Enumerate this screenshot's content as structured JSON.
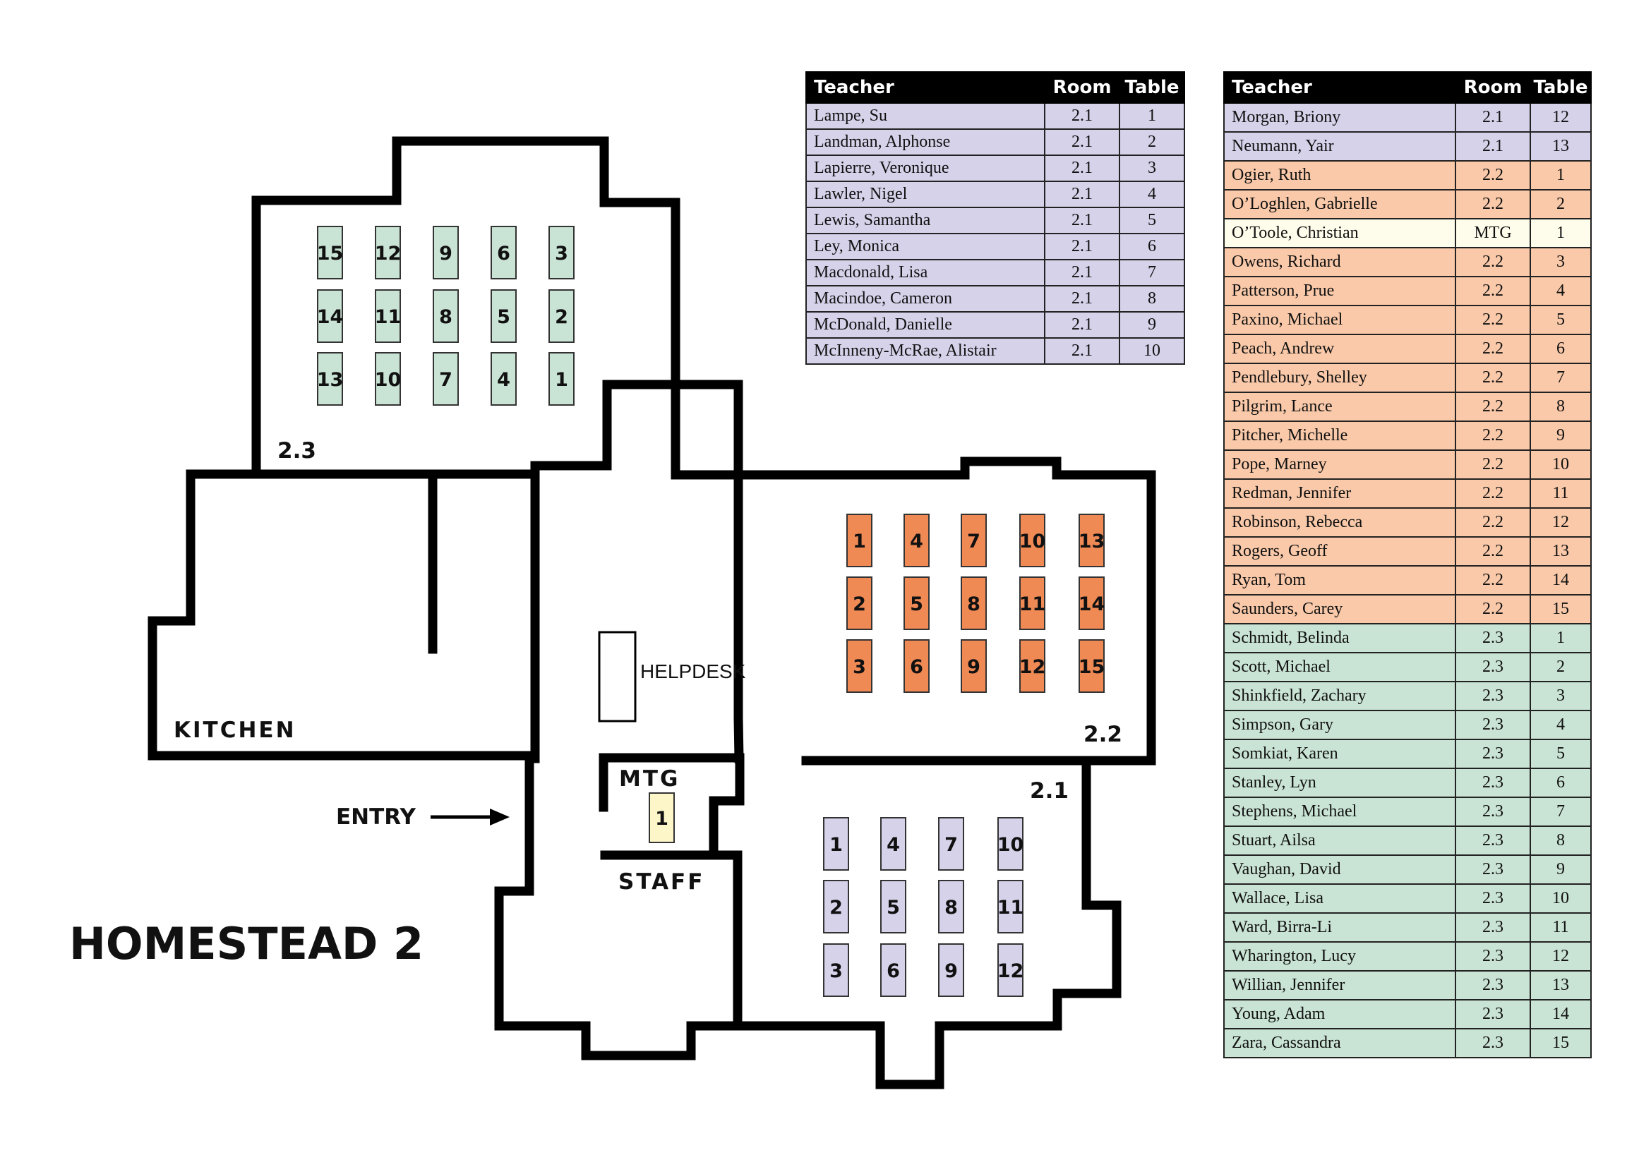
{
  "plan": {
    "title": "HOMESTEAD 2",
    "labels": {
      "room_23": "2.3",
      "room_22": "2.2",
      "room_21": "2.1",
      "kitchen": "KITCHEN",
      "entry": "ENTRY",
      "helpdesk": "HELPDESK",
      "mtg": "MTG",
      "staff": "STAFF"
    },
    "room_23_tables": [
      "15",
      "12",
      "9",
      "6",
      "3",
      "14",
      "11",
      "8",
      "5",
      "2",
      "13",
      "10",
      "7",
      "4",
      "1"
    ],
    "room_22_tables": [
      "1",
      "4",
      "7",
      "10",
      "13",
      "2",
      "5",
      "8",
      "11",
      "14",
      "3",
      "6",
      "9",
      "12",
      "15"
    ],
    "room_21_tables": [
      "1",
      "4",
      "7",
      "10",
      "2",
      "5",
      "8",
      "11",
      "3",
      "6",
      "9",
      "12"
    ],
    "mtg_tables": [
      "1"
    ],
    "colors": {
      "room_23": "#c9e3d4",
      "room_22": "#f08a55",
      "room_21": "#d6d2ea",
      "mtg": "#fdf6c9"
    }
  },
  "tables": {
    "headers": {
      "teacher": "Teacher",
      "room": "Room",
      "table": "Table"
    },
    "left": [
      {
        "teacher": "Lampe, Su",
        "room": "2.1",
        "table": "1"
      },
      {
        "teacher": "Landman, Alphonse",
        "room": "2.1",
        "table": "2"
      },
      {
        "teacher": "Lapierre, Veronique",
        "room": "2.1",
        "table": "3"
      },
      {
        "teacher": "Lawler, Nigel",
        "room": "2.1",
        "table": "4"
      },
      {
        "teacher": "Lewis, Samantha",
        "room": "2.1",
        "table": "5"
      },
      {
        "teacher": "Ley, Monica",
        "room": "2.1",
        "table": "6"
      },
      {
        "teacher": "Macdonald, Lisa",
        "room": "2.1",
        "table": "7"
      },
      {
        "teacher": "Macindoe, Cameron",
        "room": "2.1",
        "table": "8"
      },
      {
        "teacher": "McDonald, Danielle",
        "room": "2.1",
        "table": "9"
      },
      {
        "teacher": "McInneny-McRae, Alistair",
        "room": "2.1",
        "table": "10"
      }
    ],
    "right": [
      {
        "teacher": "Morgan, Briony",
        "room": "2.1",
        "table": "12"
      },
      {
        "teacher": "Neumann, Yair",
        "room": "2.1",
        "table": "13"
      },
      {
        "teacher": "Ogier, Ruth",
        "room": "2.2",
        "table": "1"
      },
      {
        "teacher": "O’Loghlen, Gabrielle",
        "room": "2.2",
        "table": "2"
      },
      {
        "teacher": "O’Toole, Christian",
        "room": "MTG",
        "table": "1"
      },
      {
        "teacher": "Owens, Richard",
        "room": "2.2",
        "table": "3"
      },
      {
        "teacher": "Patterson, Prue",
        "room": "2.2",
        "table": "4"
      },
      {
        "teacher": "Paxino, Michael",
        "room": "2.2",
        "table": "5"
      },
      {
        "teacher": "Peach, Andrew",
        "room": "2.2",
        "table": "6"
      },
      {
        "teacher": "Pendlebury, Shelley",
        "room": "2.2",
        "table": "7"
      },
      {
        "teacher": "Pilgrim, Lance",
        "room": "2.2",
        "table": "8"
      },
      {
        "teacher": "Pitcher, Michelle",
        "room": "2.2",
        "table": "9"
      },
      {
        "teacher": "Pope, Marney",
        "room": "2.2",
        "table": "10"
      },
      {
        "teacher": "Redman, Jennifer",
        "room": "2.2",
        "table": "11"
      },
      {
        "teacher": "Robinson, Rebecca",
        "room": "2.2",
        "table": "12"
      },
      {
        "teacher": "Rogers, Geoff",
        "room": "2.2",
        "table": "13"
      },
      {
        "teacher": "Ryan, Tom",
        "room": "2.2",
        "table": "14"
      },
      {
        "teacher": "Saunders, Carey",
        "room": "2.2",
        "table": "15"
      },
      {
        "teacher": "Schmidt, Belinda",
        "room": "2.3",
        "table": "1"
      },
      {
        "teacher": "Scott, Michael",
        "room": "2.3",
        "table": "2"
      },
      {
        "teacher": "Shinkfield, Zachary",
        "room": "2.3",
        "table": "3"
      },
      {
        "teacher": "Simpson, Gary",
        "room": "2.3",
        "table": "4"
      },
      {
        "teacher": "Somkiat, Karen",
        "room": "2.3",
        "table": "5"
      },
      {
        "teacher": "Stanley, Lyn",
        "room": "2.3",
        "table": "6"
      },
      {
        "teacher": "Stephens, Michael",
        "room": "2.3",
        "table": "7"
      },
      {
        "teacher": "Stuart, Ailsa",
        "room": "2.3",
        "table": "8"
      },
      {
        "teacher": "Vaughan, David",
        "room": "2.3",
        "table": "9"
      },
      {
        "teacher": "Wallace, Lisa",
        "room": "2.3",
        "table": "10"
      },
      {
        "teacher": "Ward, Birra-Li",
        "room": "2.3",
        "table": "11"
      },
      {
        "teacher": "Wharington, Lucy",
        "room": "2.3",
        "table": "12"
      },
      {
        "teacher": "Willian, Jennifer",
        "room": "2.3",
        "table": "13"
      },
      {
        "teacher": "Young, Adam",
        "room": "2.3",
        "table": "14"
      },
      {
        "teacher": "Zara, Cassandra",
        "room": "2.3",
        "table": "15"
      }
    ]
  }
}
